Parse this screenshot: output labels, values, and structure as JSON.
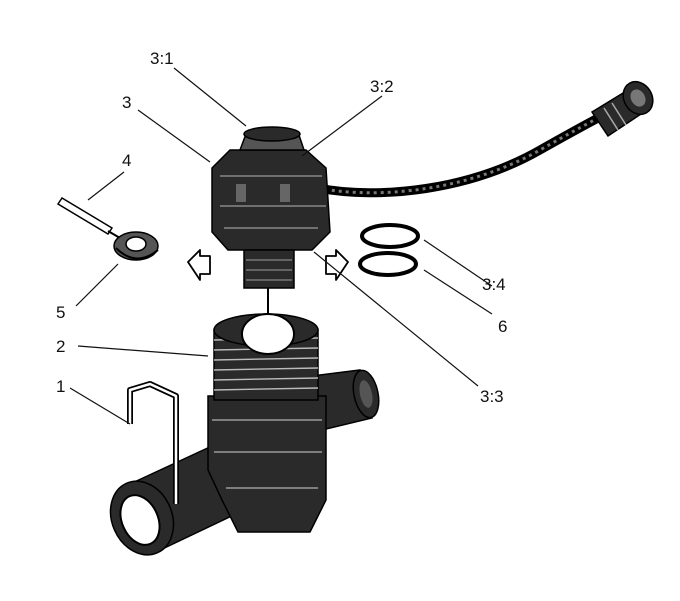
{
  "colors": {
    "ink": "#111111",
    "part_dark": "#2a2a2a",
    "part_mid": "#555555",
    "background": "#ffffff"
  },
  "callouts": [
    {
      "id": "3-1",
      "label": "3:1"
    },
    {
      "id": "3-2",
      "label": "3:2"
    },
    {
      "id": "3",
      "label": "3"
    },
    {
      "id": "4",
      "label": "4"
    },
    {
      "id": "5",
      "label": "5"
    },
    {
      "id": "3-4",
      "label": "3:4"
    },
    {
      "id": "6",
      "label": "6"
    },
    {
      "id": "2",
      "label": "2"
    },
    {
      "id": "1",
      "label": "1"
    },
    {
      "id": "3-3",
      "label": "3:3"
    }
  ]
}
